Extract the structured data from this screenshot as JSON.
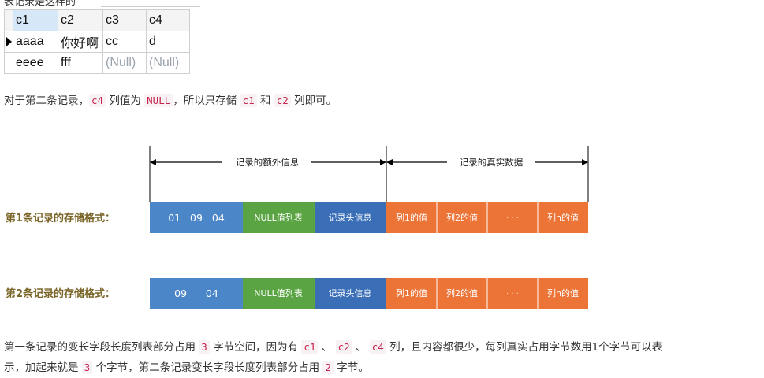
{
  "top_line": "表记录是这样的",
  "table": {
    "headers": [
      "c1",
      "c2",
      "c3",
      "c4"
    ],
    "rows": [
      [
        "aaaa",
        "你好啊",
        "cc",
        "d"
      ],
      [
        "eeee",
        "fff",
        "(Null)",
        "(Null)"
      ]
    ]
  },
  "para1": {
    "a": "对于第二条记录，",
    "code1": "c4",
    "b": " 列值为 ",
    "code2": "NULL",
    "c": "，所以只存储 ",
    "code3": "c1",
    "d": " 和 ",
    "code4": "c2",
    "e": " 列即可。"
  },
  "diagram": {
    "extra_info_label": "记录的额外信息",
    "real_data_label": "记录的真实数据",
    "rows": [
      {
        "label": "第1条记录的存储格式：",
        "varlen": "01   09   04",
        "null_list": "NULL值列表",
        "header": "记录头信息",
        "cols": [
          "列1的值",
          "列2的值",
          "· · ·",
          "列n的值"
        ]
      },
      {
        "label": "第2条记录的存储格式：",
        "varlen": "09      04",
        "null_list": "NULL值列表",
        "header": "记录头信息",
        "cols": [
          "列1的值",
          "列2的值",
          "· · ·",
          "列n的值"
        ]
      }
    ],
    "colors": {
      "blue": "#4a86c8",
      "green": "#5ba444",
      "dark_blue": "#3a6fb8",
      "orange": "#ec7437",
      "label": "#7a6428"
    }
  },
  "para2": {
    "a": "第一条记录的变长字段长度列表部分占用 ",
    "n1": "3",
    "b": " 字节空间，因为有 ",
    "k1": "c1",
    "s1": " 、 ",
    "k2": "c2",
    "s2": " 、 ",
    "k3": "c4",
    "c": " 列，且内容都很少，每列真实占用字节数用1个字节可以表"
  },
  "para3": {
    "a": "示，加起来就是 ",
    "n1": "3",
    "b": " 个字节，第二条记录变长字段长度列表部分占用 ",
    "n2": "2",
    "c": " 字节。"
  }
}
